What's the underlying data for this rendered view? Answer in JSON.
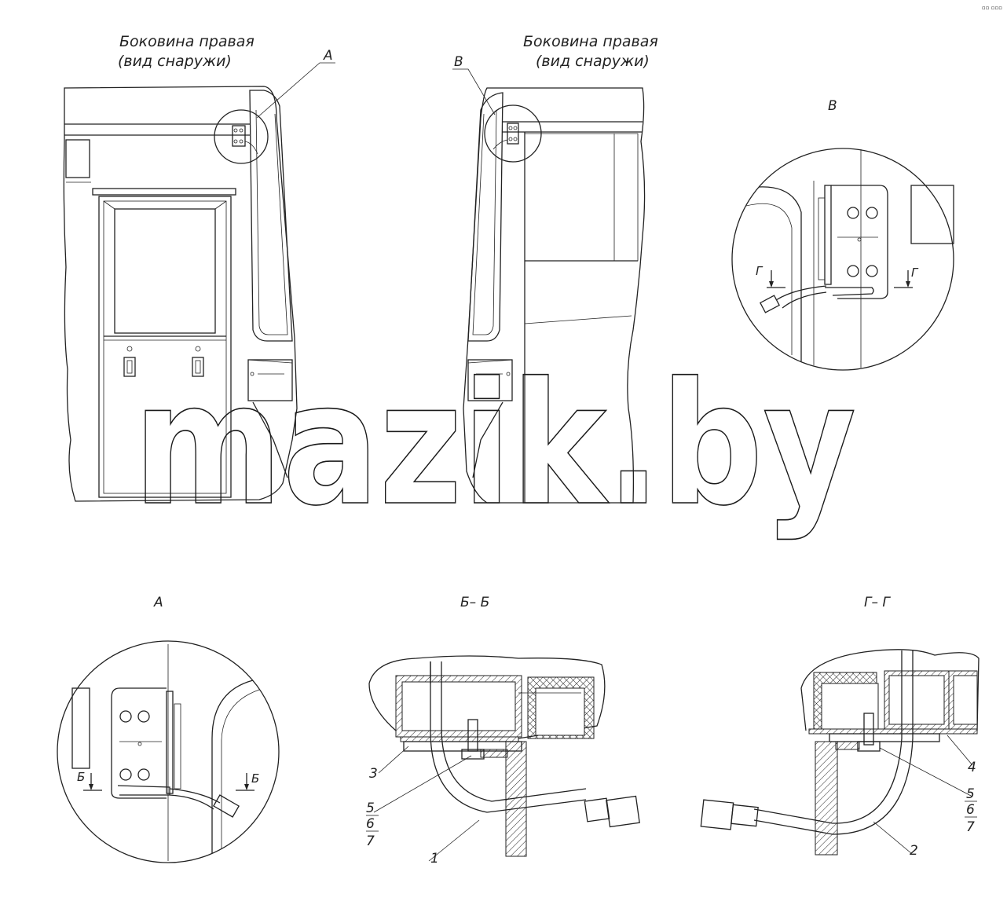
{
  "corner_mark": "▫▫ ▫▫▫",
  "views": {
    "left_caption_line1": "Боковина правая",
    "left_caption_line2": "(вид снаружи)",
    "right_caption_line1": "Боковина правая",
    "right_caption_line2": "(вид снаружи)",
    "callout_a": "А",
    "callout_b": "В"
  },
  "detail_v": {
    "title": "В",
    "section_mark_left": "Г",
    "section_mark_right": "Г"
  },
  "detail_a": {
    "title": "А",
    "section_mark_left": "Б",
    "section_mark_right": "Б"
  },
  "section_bb": {
    "title": "Б– Б",
    "labels": [
      "3",
      "5",
      "6",
      "7",
      "1"
    ]
  },
  "section_gg": {
    "title": "Г– Г",
    "labels": [
      "4",
      "5",
      "6",
      "7",
      "2"
    ]
  },
  "watermark": "mazik.by"
}
